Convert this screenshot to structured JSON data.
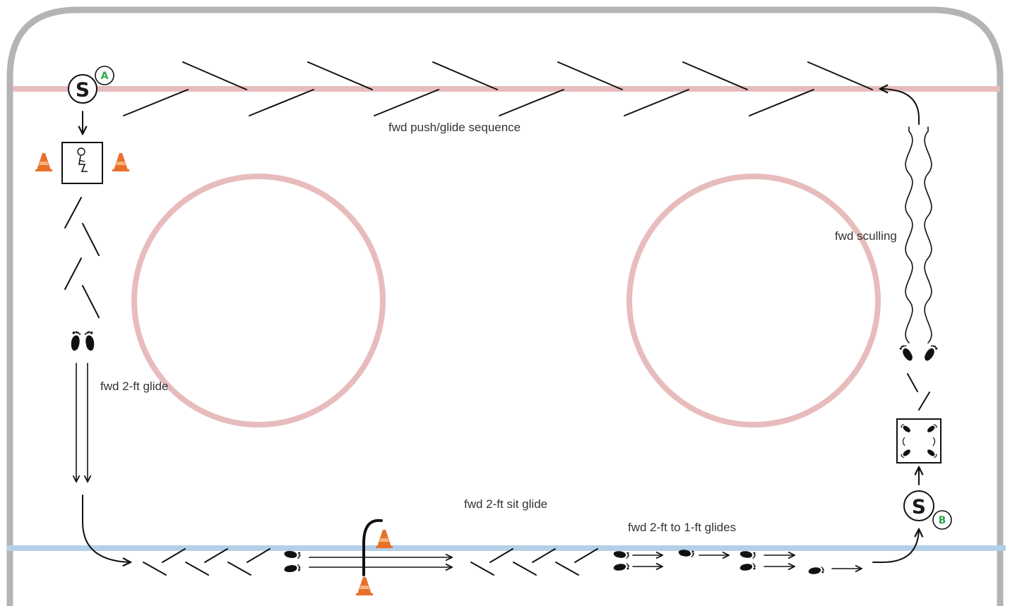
{
  "labels": {
    "push_glide": "fwd push/glide sequence",
    "sculling": "fwd sculling",
    "two_ft_glide": "fwd 2-ft glide",
    "sit_glide": "fwd 2-ft sit glide",
    "to_one_ft": "fwd 2-ft to 1-ft glides"
  },
  "starts": {
    "start_symbol": "S",
    "badge_a": "A",
    "badge_b": "B"
  },
  "colors": {
    "rink_border": "#b4b4b4",
    "red_line": "#e8bcbc",
    "blue_line": "#b4d0e8",
    "cone": "#e8702a",
    "badge": "#2ea84a"
  },
  "icons": [
    "traffic-cone-icon",
    "sitting-skater-icon",
    "footprints-icon",
    "rotating-footprints-icon",
    "start-circle-icon"
  ]
}
